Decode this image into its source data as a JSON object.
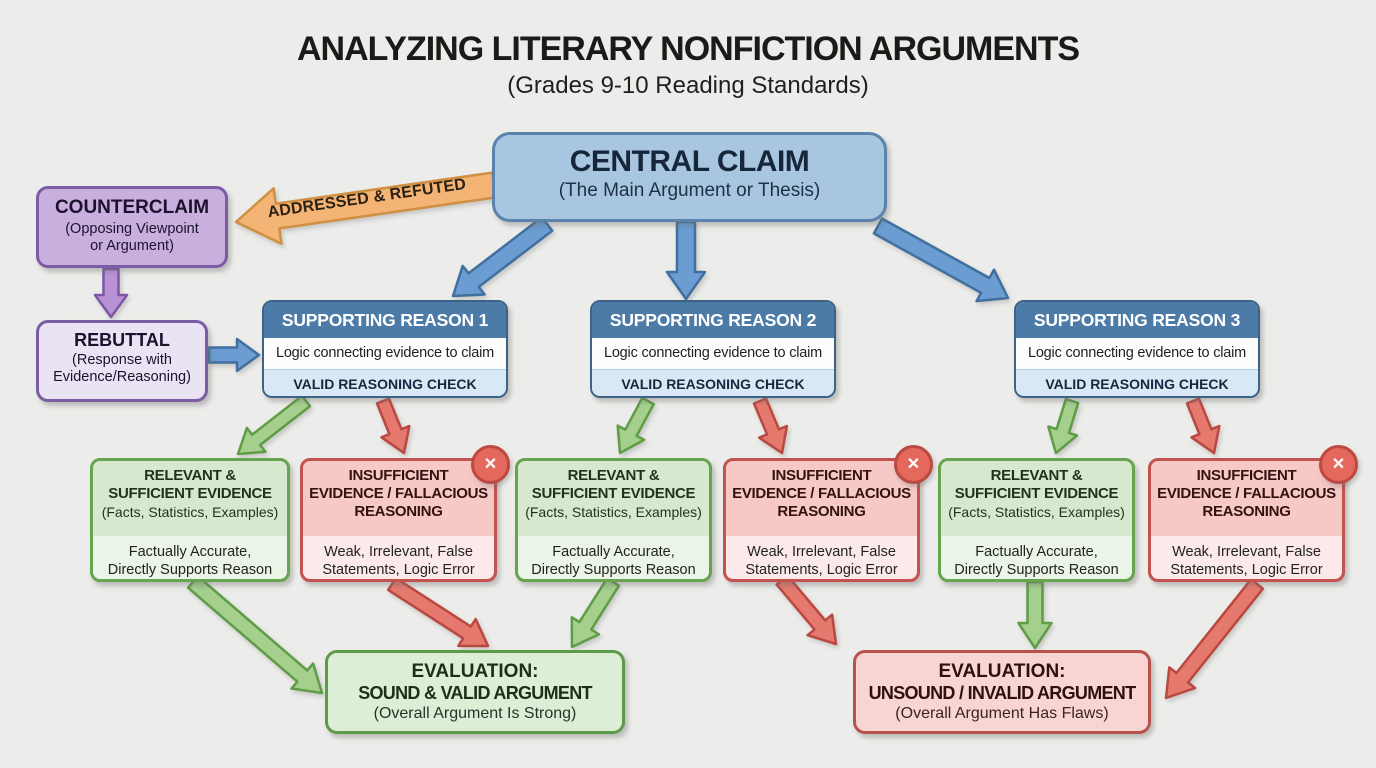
{
  "title": "ANALYZING LITERARY NONFICTION ARGUMENTS",
  "subtitle": "(Grades 9-10 Reading Standards)",
  "central_claim": {
    "title": "CENTRAL CLAIM",
    "subtitle": "(The Main Argument or Thesis)"
  },
  "counterclaim": {
    "title": "COUNTERCLAIM",
    "line1": "(Opposing Viewpoint",
    "line2": "or Argument)"
  },
  "rebuttal": {
    "title": "REBUTTAL",
    "line1": "(Response with",
    "line2": "Evidence/Reasoning)"
  },
  "addressed_refuted_label": "ADDRESSED & REFUTED",
  "reasons": [
    {
      "title": "SUPPORTING REASON 1",
      "logic": "Logic connecting evidence to claim",
      "check": "VALID REASONING CHECK"
    },
    {
      "title": "SUPPORTING REASON 2",
      "logic": "Logic connecting evidence to claim",
      "check": "VALID REASONING CHECK"
    },
    {
      "title": "SUPPORTING REASON 3",
      "logic": "Logic connecting evidence to claim",
      "check": "VALID REASONING CHECK"
    }
  ],
  "evidence_good": {
    "title_line1": "RELEVANT &",
    "title_line2": "SUFFICIENT EVIDENCE",
    "subtitle": "(Facts, Statistics, Examples)",
    "desc_line1": "Factually Accurate,",
    "desc_line2": "Directly Supports Reason"
  },
  "evidence_bad": {
    "title_line1": "INSUFFICIENT",
    "title_line2": "EVIDENCE / FALLACIOUS",
    "title_line3": "REASONING",
    "desc_line1": "Weak, Irrelevant, False",
    "desc_line2": "Statements, Logic Error",
    "fail_mark": "✕"
  },
  "evaluation_sound": {
    "line1": "EVALUATION:",
    "line2": "SOUND & VALID ARGUMENT",
    "line3": "(Overall Argument Is Strong)"
  },
  "evaluation_unsound": {
    "line1": "EVALUATION:",
    "line2": "UNSOUND / INVALID ARGUMENT",
    "line3": "(Overall Argument Has Flaws)"
  },
  "colors": {
    "background": "#ecedea",
    "claim_fill": "#a9c6e0",
    "claim_border": "#5a84ae",
    "reason_header_fill": "#4d7ba7",
    "reason_check_fill": "#d9e8f5",
    "counterclaim_fill": "#c9afde",
    "counterclaim_border": "#7b5ca5",
    "rebuttal_fill": "#eae3f4",
    "orange_arrow_fill": "#f4b476",
    "orange_arrow_border": "#d08f42",
    "good_fill": "#d6e9cf",
    "good_fill_light": "#ebf5e7",
    "good_border": "#68a34f",
    "bad_fill": "#f6c9c6",
    "bad_fill_light": "#fceaea",
    "bad_border": "#c2534e",
    "eval_good_fill": "#ddeed6",
    "eval_bad_fill": "#f8d5d3",
    "blue_arrow_fill": "#6b9cd2",
    "green_arrow_fill": "#a4cf8d",
    "red_arrow_fill": "#e5796e",
    "purple_arrow_fill": "#b992d6",
    "fail_badge_fill": "#e4685c"
  }
}
